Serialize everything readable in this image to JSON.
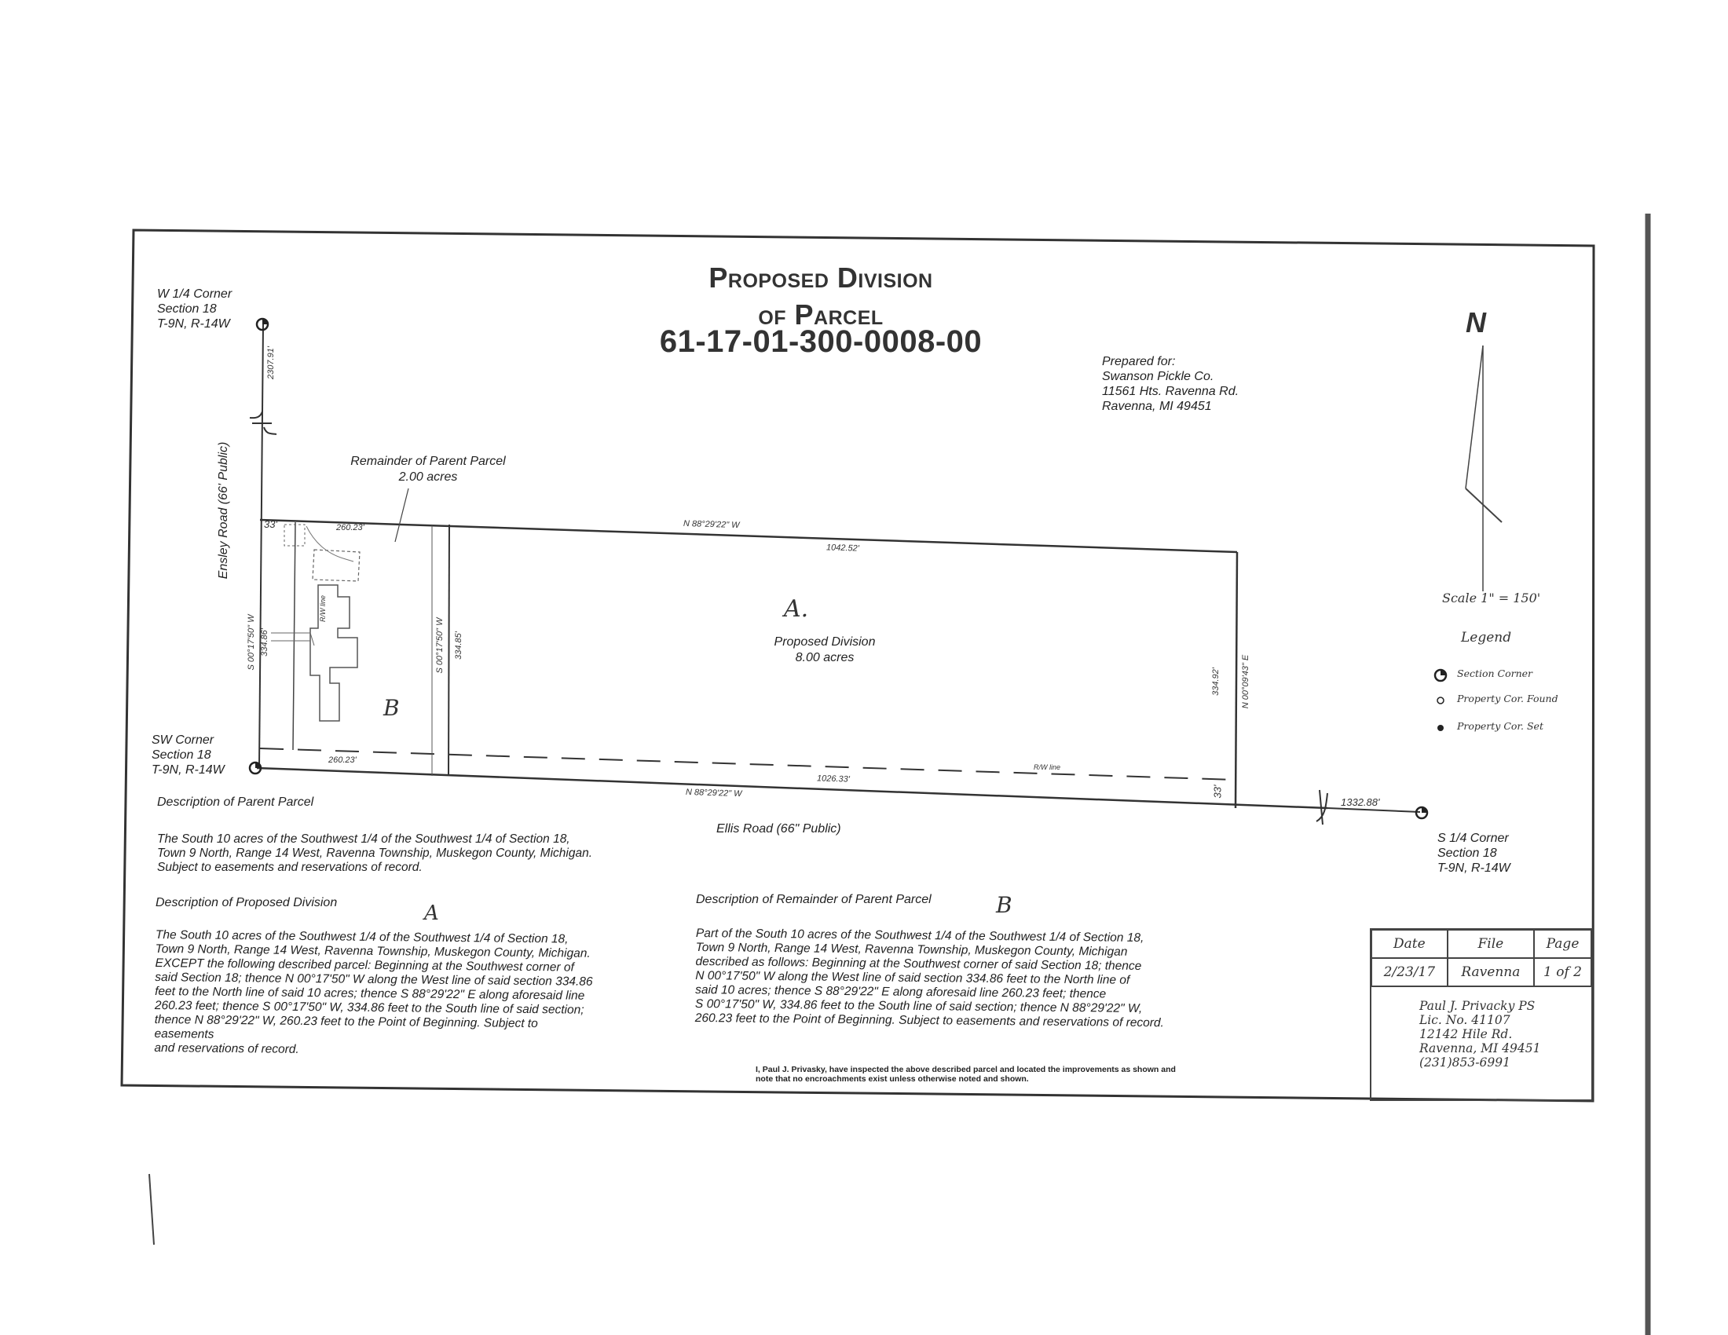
{
  "title": {
    "line1": "Proposed Division",
    "line2": "of Parcel",
    "parcel_number": "61-17-01-300-0008-00"
  },
  "prepared_for": {
    "label": "Prepared for:",
    "name": "Swanson Pickle Co.",
    "address1": "11561 Hts. Ravenna Rd.",
    "address2": "Ravenna, MI 49451"
  },
  "corners": {
    "w_quarter": [
      "W 1/4 Corner",
      "Section 18",
      "T-9N, R-14W"
    ],
    "sw": [
      "SW Corner",
      "Section 18",
      "T-9N, R-14W"
    ],
    "s_quarter": [
      "S 1/4 Corner",
      "Section 18",
      "T-9N, R-14W"
    ]
  },
  "roads": {
    "west": "Ensley Road (66' Public)",
    "south": "Ellis Road (66\" Public)"
  },
  "dimensions": {
    "north_line_bearing": "N 88°29'22\" W",
    "south_line_bearing": "N 88°29'22\" W",
    "north_remainder": "260.23'",
    "north_division": "1042.52'",
    "south_remainder": "260.23'",
    "south_division": "1026.33'",
    "west_bearing": "S 00°17'50\" W",
    "west_length": "334.86'",
    "mid_bearing": "S 00°17'50\" W",
    "mid_length": "334.85'",
    "east_bearing": "N 00°09'43\" E",
    "east_length": "334.92'",
    "setback_nw": "33'",
    "setback_se": "33'",
    "to_quarter": "1332.88'",
    "to_w_quarter": "2307.91'",
    "row_line": "R/W line",
    "row_line_west": "R/W line"
  },
  "parcels": {
    "remainder_label": "Remainder of  Parent Parcel",
    "remainder_area": "2.00 acres",
    "remainder_mark": "B",
    "division_mark": "A.",
    "division_label": "Proposed Division",
    "division_area": "8.00 acres"
  },
  "north_arrow": "N",
  "scale": "Scale 1\" = 150'",
  "legend": {
    "title": "Legend",
    "items": [
      "Section Corner",
      "Property Cor. Found",
      "Property Cor. Set"
    ]
  },
  "descriptions": {
    "parent_heading": "Description of Parent Parcel",
    "parent_lines": [
      "The South 10 acres of the Southwest 1/4 of the Southwest 1/4 of Section 18,",
      "Town 9 North, Range 14 West, Ravenna Township, Muskegon County, Michigan.",
      "Subject to easements and reservations of record."
    ],
    "division_heading": "Description of Proposed Division",
    "division_mark": "A",
    "division_lines": [
      "The South 10 acres of the Southwest 1/4 of the Southwest 1/4 of Section 18,",
      "Town 9 North, Range 14 West, Ravenna Township, Muskegon County, Michigan.",
      "EXCEPT the following described parcel:  Beginning at the Southwest corner of",
      "said Section 18; thence N 00°17'50\" W along the West line of said section 334.86",
      "feet to the North line of said 10 acres; thence S 88°29'22\" E along aforesaid line",
      "260.23 feet; thence S 00°17'50\" W, 334.86 feet to the South line of said section;",
      "thence N 88°29'22\" W, 260.23 feet to the Point of Beginning.  Subject to",
      "easements",
      "and reservations of record."
    ],
    "remainder_heading": "Description of Remainder of Parent Parcel",
    "remainder_mark": "B",
    "remainder_lines": [
      "Part of the South 10 acres of the Southwest 1/4 of the Southwest 1/4 of Section 18,",
      "Town 9 North, Range 14 West, Ravenna Township, Muskegon County, Michigan",
      "described as follows:  Beginning at the Southwest corner of said Section 18; thence",
      "N 00°17'50\" W along the West line of said section 334.86 feet to the North line of",
      "said 10 acres; thence S 88°29'22\" E along aforesaid line 260.23 feet; thence",
      "S 00°17'50\" W, 334.86 feet to the South line of said section; thence N 88°29'22\" W,",
      "260.23 feet to the Point of Beginning.  Subject to easements and reservations of record."
    ]
  },
  "certification": [
    "I, Paul J. Privasky, have inspected the  above described parcel and located the improvements as shown and",
    "note that no encroachments exist unless otherwise noted and shown."
  ],
  "info_box": {
    "headers": [
      "Date",
      "File",
      "Page"
    ],
    "values": [
      "2/23/17",
      "Ravenna",
      "1 of 2"
    ]
  },
  "surveyor": [
    "Paul J. Privacky PS",
    "Lic. No. 41107",
    "12142 Hile Rd.",
    "Ravenna, MI 49451",
    "(231)853-6991"
  ]
}
